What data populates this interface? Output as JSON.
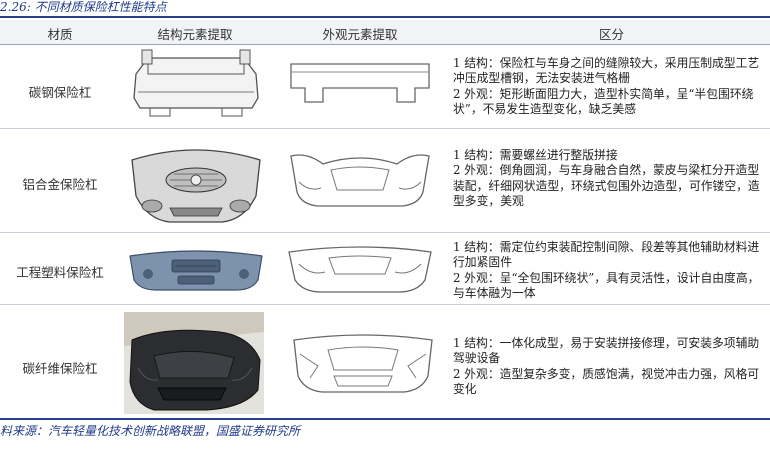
{
  "caption": "2.26: 不同材质保险杠性能特点",
  "header": {
    "material": "材质",
    "structure": "结构元素提取",
    "appearance": "外观元素提取",
    "difference": "区分"
  },
  "rows": [
    {
      "material": "碳钢保险杠",
      "lines": [
        "1 结构：保险杠与车身之间的缝隙较大，采用压制成型工艺冲压成型槽钢，无法安装进气格栅",
        "2 外观：矩形断面阻力大，造型朴实简单，呈“半包围环绕状”，不易发生造型变化，缺乏美感"
      ]
    },
    {
      "material": "铝合金保险杠",
      "lines": [
        "1 结构：需要螺丝进行整版拼接",
        "2 外观：倒角圆润，与车身融合自然，蒙皮与梁杠分开造型装配，纤细网状造型，环绕式包围外边造型，可作镂空，造型多变，美观"
      ]
    },
    {
      "material": "工程塑料保险杠",
      "lines": [
        "1 结构：需定位约束装配控制间隙、段差等其他辅助材料进行加紧固件",
        "2 外观：呈“全包围环绕状”，具有灵活性，设计自由度高，与车体融为一体"
      ]
    },
    {
      "material": "碳纤维保险杠",
      "lines": [
        "1 结构：一体化成型，易于安装拼接修理，可安装多项辅助驾驶设备",
        "2 外观：造型复杂多变，质感饱满，视觉冲击力强，风格可变化"
      ]
    }
  ],
  "source": "料来源：汽车轻量化技术创新战略联盟，国盛证券研究所"
}
